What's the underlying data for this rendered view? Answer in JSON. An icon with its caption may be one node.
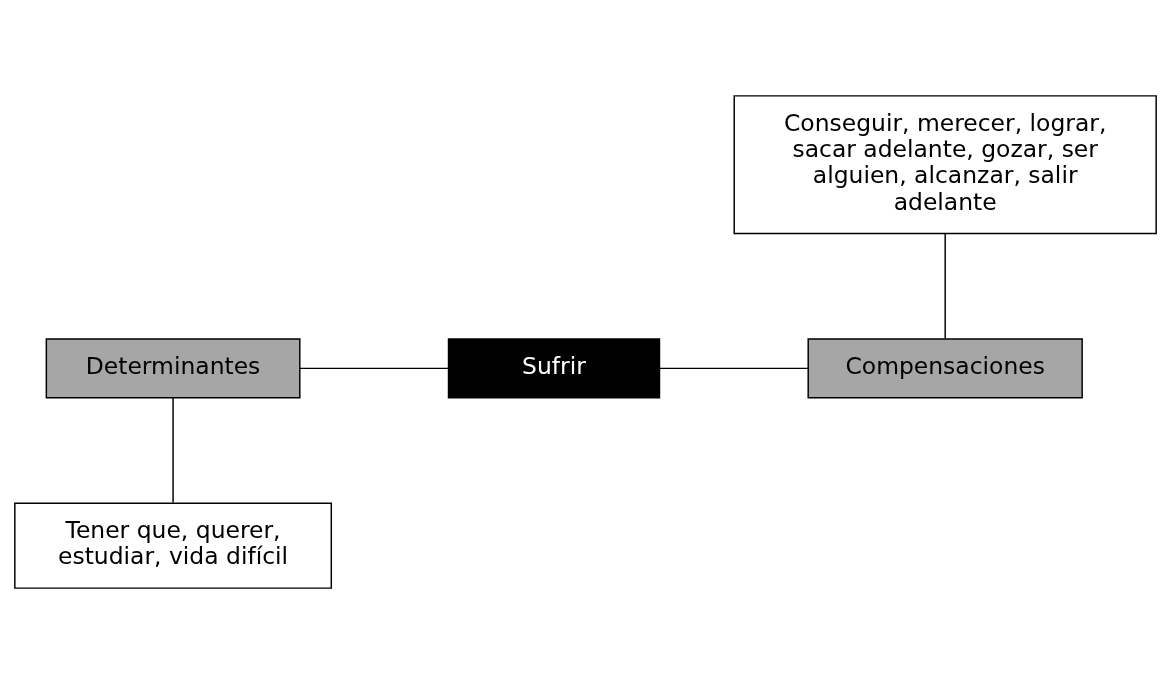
{
  "diagram": {
    "nodes": [
      {
        "text": [
          "Determinantes"
        ]
      },
      {
        "text": [
          "Sufrir"
        ]
      },
      {
        "text": [
          "Compensaciones"
        ]
      },
      {
        "text": [
          "Conseguir, merecer, lograr, sacar adelante, gozar, ser alguien, alcanzar, salir adelante"
        ]
      },
      {
        "text": [
          "Tener que, querer, estudiar, vida difícil"
        ]
      }
    ],
    "edges": [
      {
        "from": 0,
        "to": 1,
        "arrow": "none"
      },
      {
        "from": 1,
        "to": 2,
        "arrow": "none"
      },
      {
        "from": 3,
        "to": 2,
        "arrow": "none"
      },
      {
        "from": 0,
        "to": 4,
        "arrow": "none"
      }
    ]
  }
}
